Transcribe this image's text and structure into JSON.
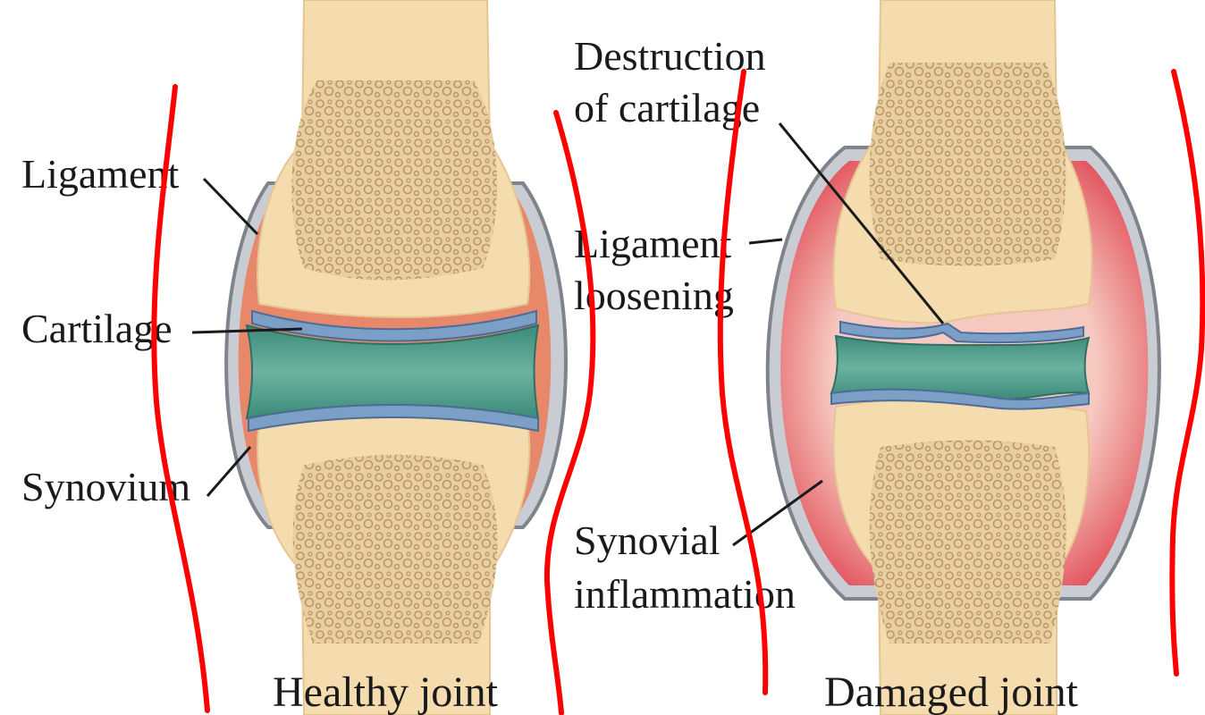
{
  "healthy": {
    "caption": "Healthy joint",
    "labels": {
      "ligament": "Ligament",
      "cartilage": "Cartilage",
      "synovium": "Synovium"
    }
  },
  "damaged": {
    "caption": "Damaged joint",
    "labels": {
      "destruction_line1": "Destruction",
      "destruction_line2": "of cartilage",
      "ligament_line1": "Ligament",
      "ligament_line2": "loosening",
      "synovial_line1": "Synovial",
      "synovial_line2": "inflammation"
    }
  },
  "colors": {
    "bone_shaft": "#f3dcb0",
    "spongy_bone": "#d8b98a",
    "cartilage": "#7c9fc7",
    "synovial_fluid": "#4f9a8a",
    "synovium": "#e07a5f",
    "inflammation": "#e8727a",
    "ligament": "#b8bcc4",
    "annotation_stroke": "#ff0000"
  }
}
